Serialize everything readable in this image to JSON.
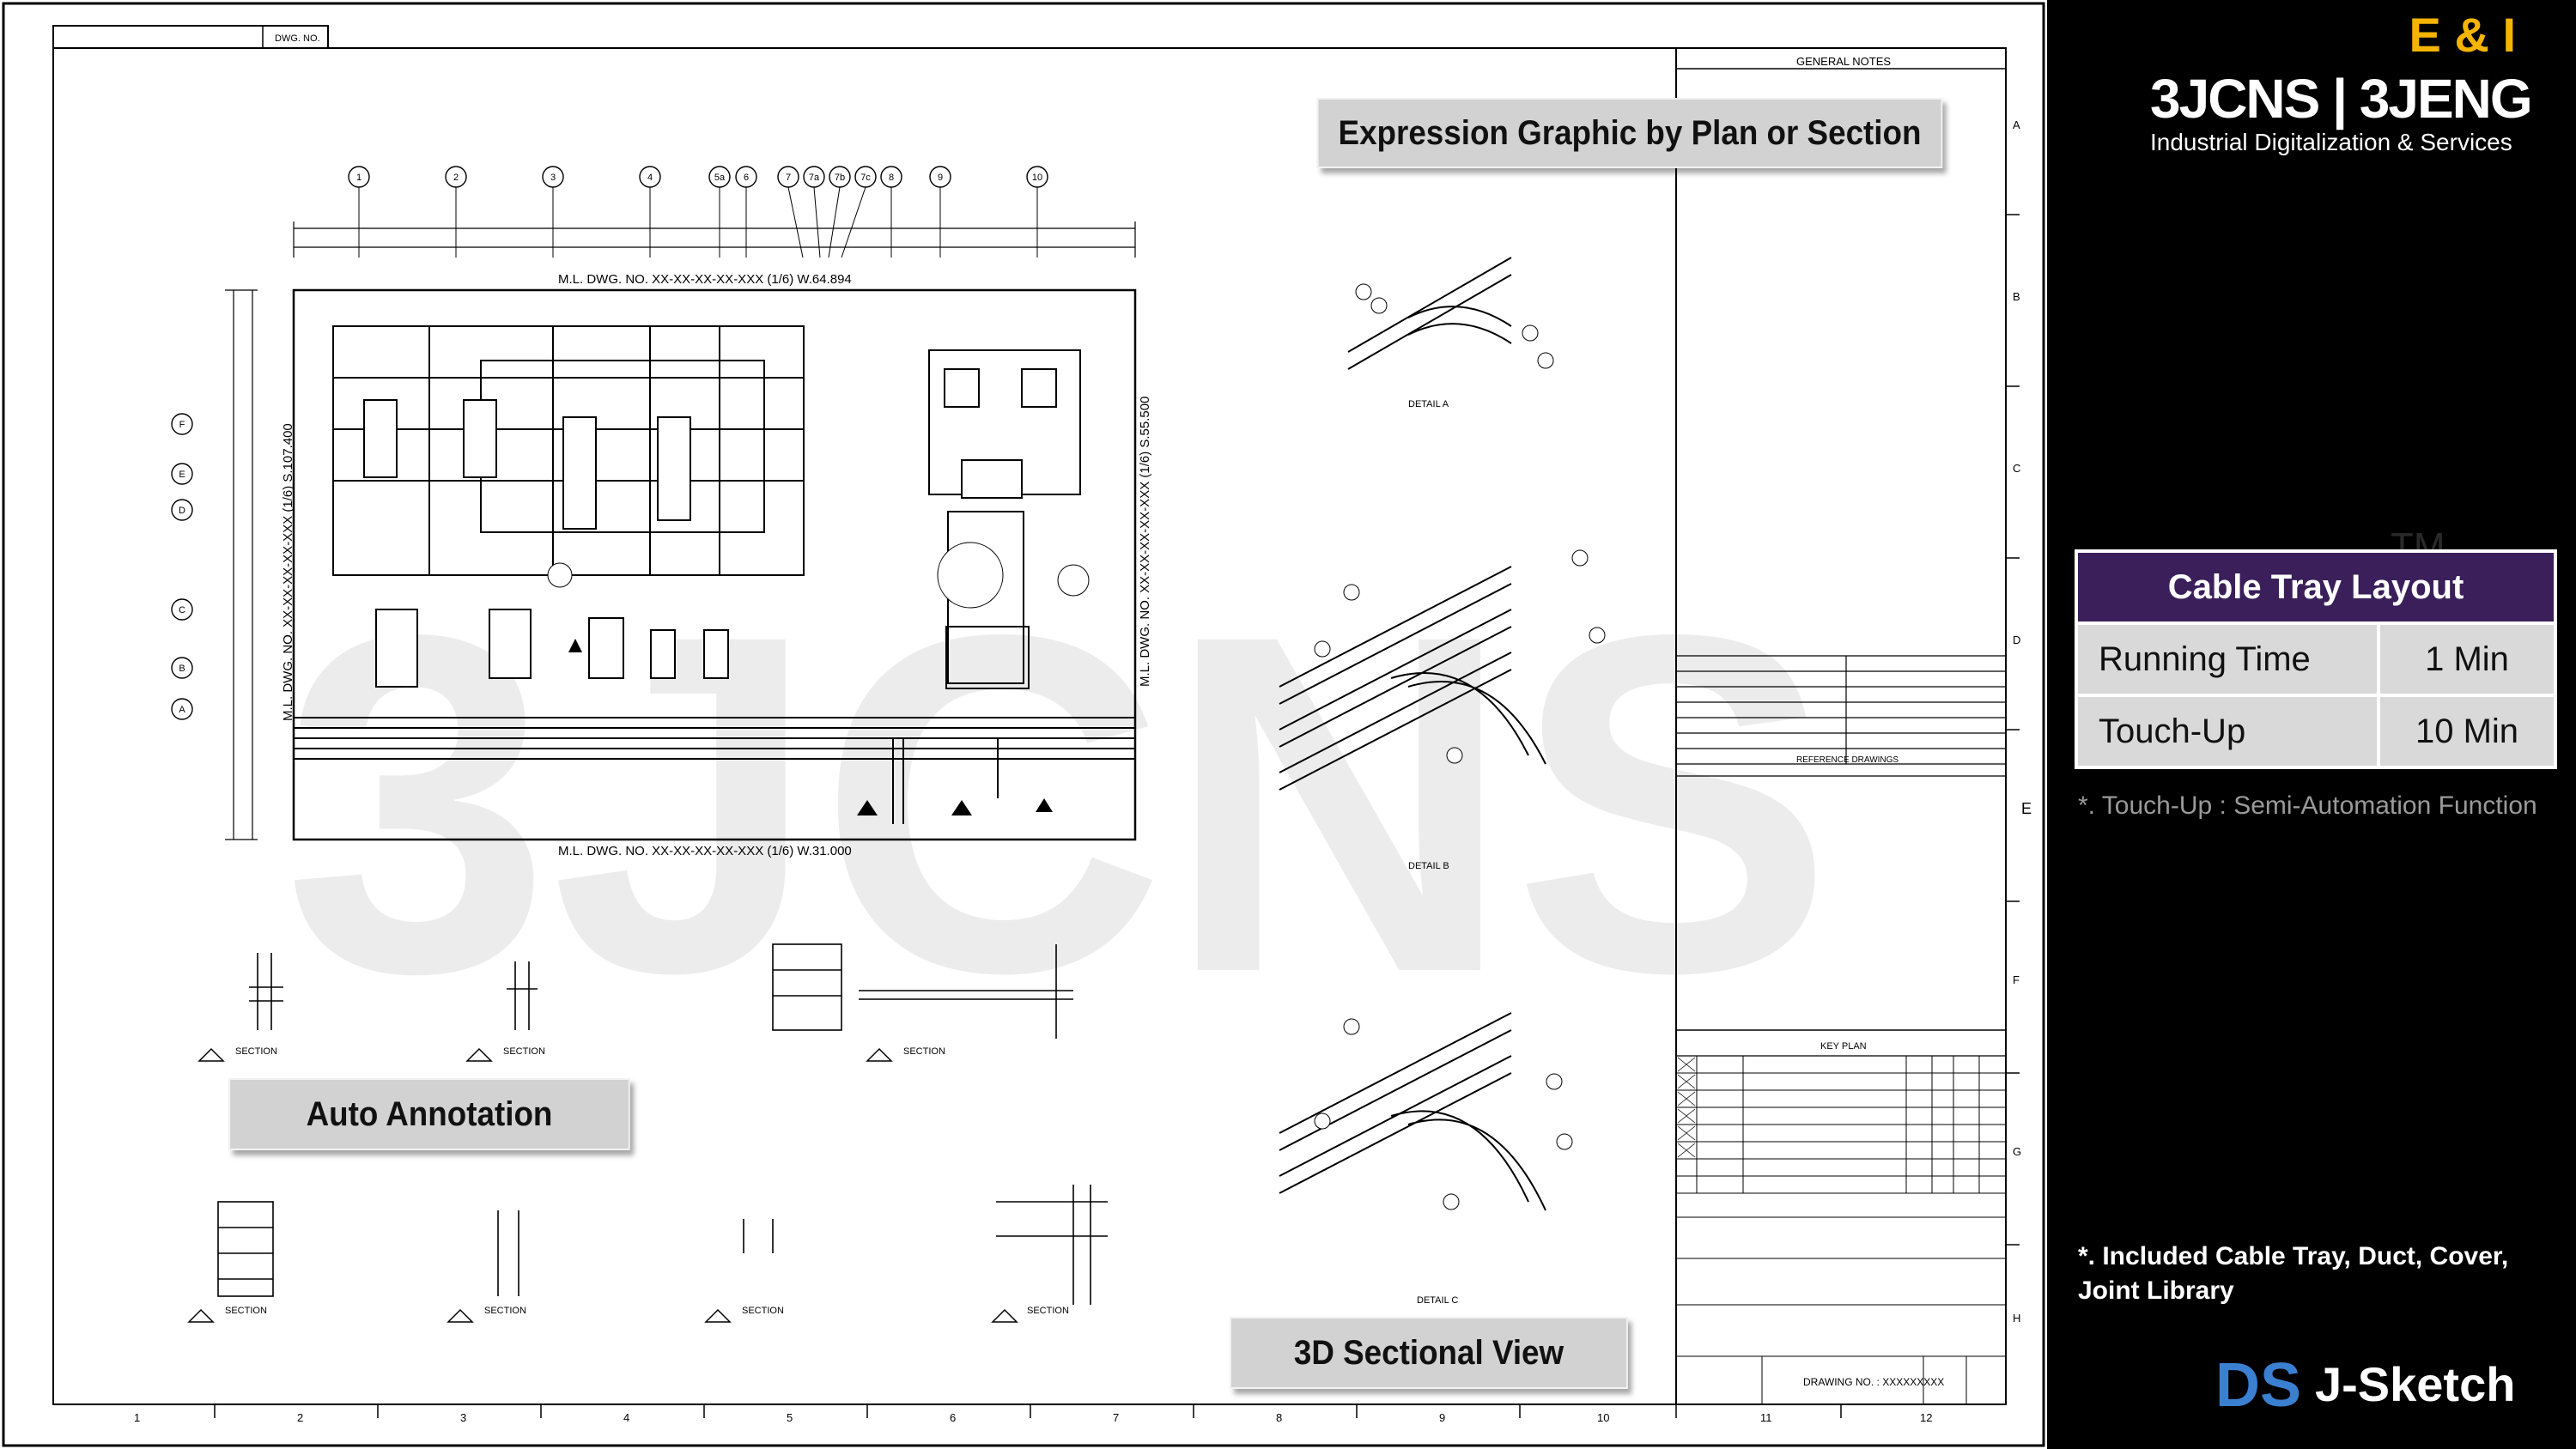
{
  "header": {
    "category": "E & I",
    "brand": "3JCNS | 3JENG",
    "tagline": "Industrial Digitalization & Services",
    "watermark": "3JCNS",
    "trademark": "TM"
  },
  "callouts": {
    "expression": "Expression Graphic by Plan or Section",
    "auto_annotation": "Auto Annotation",
    "sectional_view": "3D Sectional View"
  },
  "drawing": {
    "dwg_no_label": "DWG. NO.",
    "general_notes": "GENERAL NOTES",
    "match_line_top": "M.L. DWG. NO. XX-XX-XX-XX-XXX (1/6) W.64.894",
    "match_line_bottom": "M.L. DWG. NO. XX-XX-XX-XX-XXX (1/6) W.31.000",
    "match_line_left": "M.L. DWG. NO. XX-XX-XX-XX-XXX (1/6) S.107.400",
    "match_line_right": "M.L. DWG. NO. XX-XX-XX-XX-XXX (1/6) S.55.500",
    "reference_drawings": "REFERENCE DRAWINGS",
    "key_plan": "KEY PLAN",
    "drawing_no": "DRAWING NO. : XXXXXXXXX",
    "detail_a": "DETAIL A",
    "detail_b": "DETAIL B",
    "detail_c": "DETAIL C",
    "section_label": "SECTION",
    "grid_top": [
      "1",
      "2",
      "3",
      "4",
      "5a",
      "6",
      "7",
      "7a",
      "7b",
      "7c",
      "8",
      "9",
      "10"
    ],
    "grid_left": [
      "F",
      "E",
      "D",
      "C",
      "B",
      "A"
    ],
    "row_letters": [
      "A",
      "B",
      "C",
      "D",
      "E",
      "F",
      "G",
      "H"
    ],
    "col_numbers": [
      "1",
      "2",
      "3",
      "4",
      "5",
      "6",
      "7",
      "8",
      "9",
      "10",
      "11",
      "12"
    ]
  },
  "feature_table": {
    "title": "Cable Tray Layout",
    "rows": [
      {
        "label": "Running Time",
        "value": "1 Min"
      },
      {
        "label": "Touch-Up",
        "value": "10 Min"
      }
    ]
  },
  "notes": {
    "touch_up": "*. Touch-Up : Semi-Automation Function",
    "included": "*.  Included Cable Tray, Duct, Cover, Joint Library"
  },
  "product": {
    "ds_logo": "DS",
    "name": "J-Sketch"
  },
  "colors": {
    "accent": "#f5b400",
    "table_header": "#3a1f5a",
    "table_cell": "#d9d9d9",
    "callout_bg": "#d2d2d2",
    "panel_bg": "#000000"
  }
}
